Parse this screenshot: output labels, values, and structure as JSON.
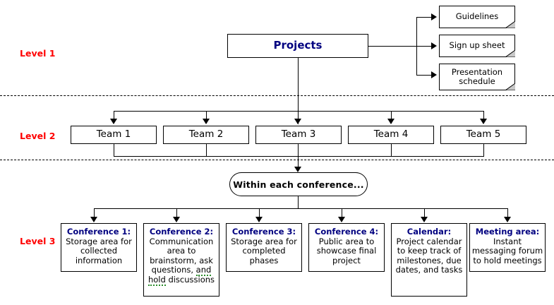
{
  "diagram": {
    "title": "Projects hierarchy diagram",
    "colors": {
      "level_label": "#ff0000",
      "node_title": "#000080",
      "body_text": "#000000",
      "line": "#000000",
      "background": "#ffffff",
      "spellcheck_underline": "#2a8c2a"
    }
  },
  "levels": [
    {
      "label": "Level 1"
    },
    {
      "label": "Level 2"
    },
    {
      "label": "Level 3"
    }
  ],
  "root": {
    "label": "Projects"
  },
  "documents": [
    {
      "label": "Guidelines"
    },
    {
      "label": "Sign up sheet"
    },
    {
      "label": "Presentation schedule"
    }
  ],
  "teams": [
    {
      "label": "Team 1"
    },
    {
      "label": "Team 2"
    },
    {
      "label": "Team 3"
    },
    {
      "label": "Team 4"
    },
    {
      "label": "Team 5"
    }
  ],
  "conference_hub": {
    "label": "Within each conference..."
  },
  "conferences": [
    {
      "title": "Conference 1:",
      "body": "Storage area for collected information"
    },
    {
      "title": "Conference 2:",
      "body_pre": "Communication area to brainstorm, ask questions,",
      "body_flagged": "and hold",
      "body_post": "discussions"
    },
    {
      "title": "Conference 3:",
      "body": "Storage area for completed phases"
    },
    {
      "title": "Conference 4:",
      "body": "Public area to showcase final project"
    },
    {
      "title": "Calendar:",
      "body": "Project calendar to keep track of milestones, due dates, and tasks"
    },
    {
      "title": "Meeting area:",
      "body": "Instant messaging forum to hold meetings"
    }
  ]
}
